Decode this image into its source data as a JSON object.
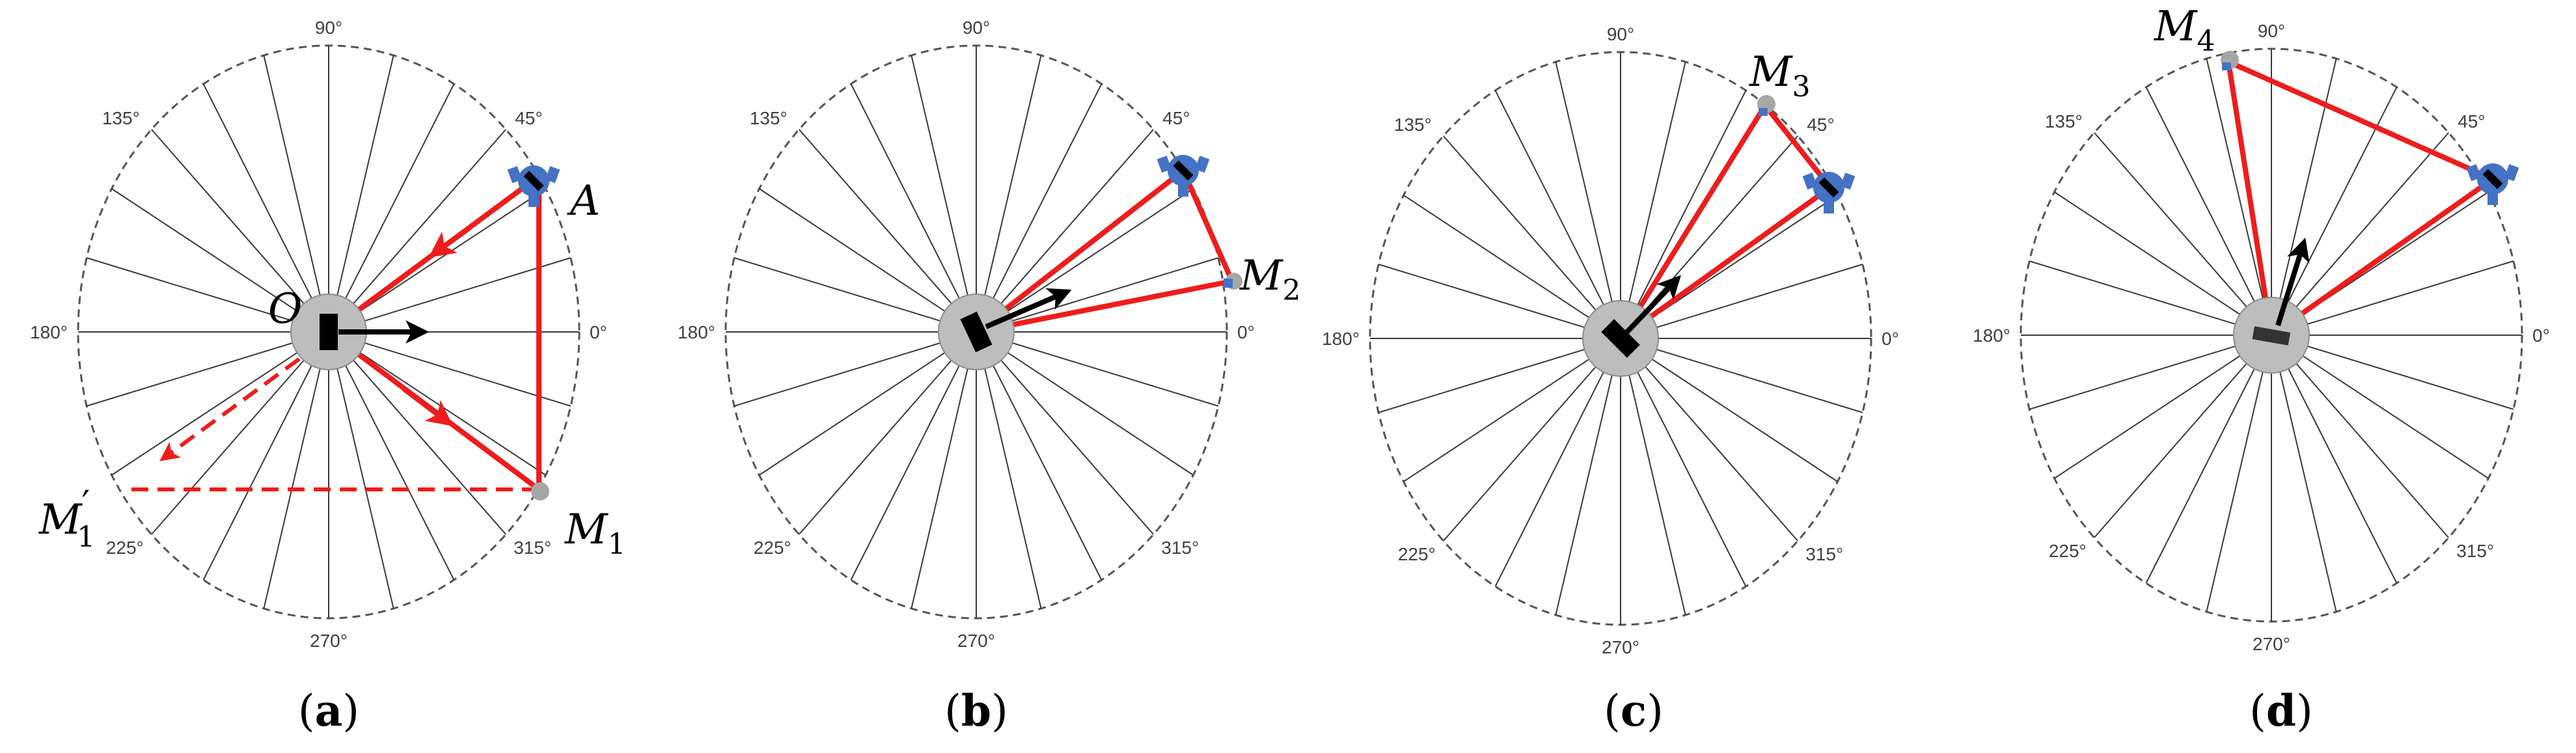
{
  "angle_labels": [
    "90°",
    "135°",
    "45°",
    "180°",
    "0°",
    "225°",
    "315°",
    "270°"
  ],
  "panels": [
    {
      "caption_letter": "a",
      "points": [
        {
          "letter": "O",
          "sub": "",
          "prime": ""
        },
        {
          "letter": "A",
          "sub": "",
          "prime": ""
        },
        {
          "letter": "M",
          "sub": "1",
          "prime": ""
        },
        {
          "letter": "M",
          "sub": "1",
          "prime": "′"
        }
      ]
    },
    {
      "caption_letter": "b",
      "points": [
        {
          "letter": "M",
          "sub": "2",
          "prime": ""
        }
      ]
    },
    {
      "caption_letter": "c",
      "points": [
        {
          "letter": "M",
          "sub": "3",
          "prime": ""
        }
      ]
    },
    {
      "caption_letter": "d",
      "points": [
        {
          "letter": "M",
          "sub": "4",
          "prime": ""
        }
      ]
    }
  ],
  "colors": {
    "path": "#ee1c1c",
    "antenna": "#4472c4",
    "hub": "#bdbdbd",
    "grid": "#3a3a3a",
    "dashed_ring": "#555555",
    "measurement_point": "#a6a6a6",
    "arrow": "#000000"
  }
}
